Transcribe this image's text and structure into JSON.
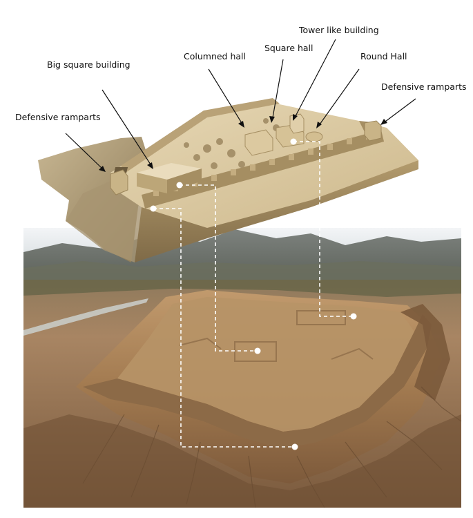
{
  "labels": {
    "tower_like_building": "Tower like building",
    "square_hall": "Square hall",
    "columned_hall": "Columned hall",
    "round_hall": "Round Hall",
    "big_square_building": "Big square building",
    "defensive_ramparts_left": "Defensive ramparts",
    "defensive_ramparts_right": "Defensive ramparts"
  },
  "colors": {
    "model_sand": "#d9c7a0",
    "model_shadow": "#9c8760",
    "terrain_sand": "#b08a5f",
    "terrain_dark": "#6e5034",
    "mountains": "#6f756f",
    "sky": "#dfe6ec",
    "connector": "#ffffff",
    "label_text": "#111111"
  }
}
